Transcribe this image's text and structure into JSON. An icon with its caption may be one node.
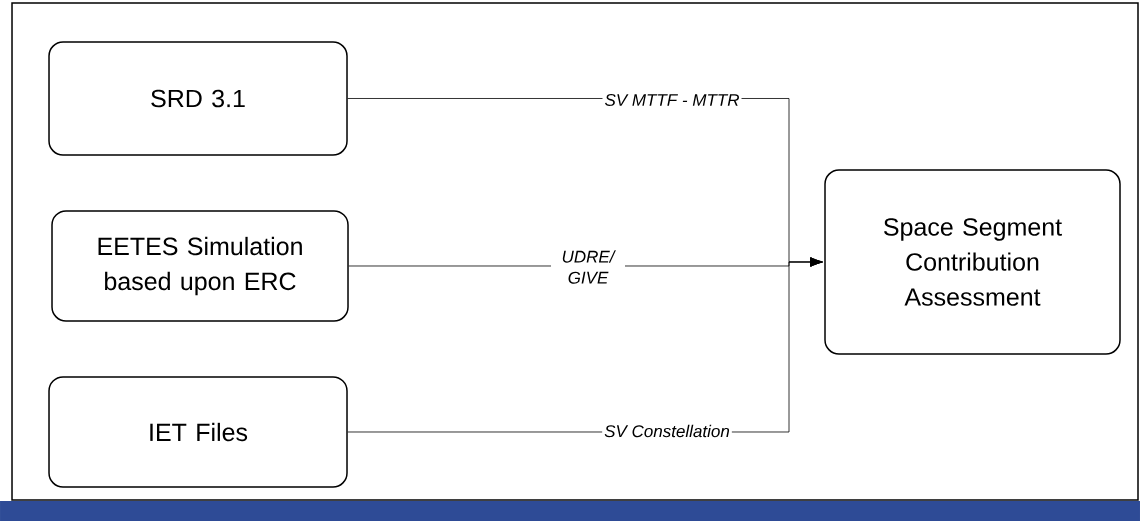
{
  "diagram": {
    "nodes": [
      {
        "text": [
          "SRD 3.1"
        ]
      },
      {
        "text": [
          "EETES Simulation based upon ERC"
        ]
      },
      {
        "text": [
          "IET Files"
        ]
      },
      {
        "text": [
          "Space Segment Contribution Assessment"
        ]
      }
    ],
    "edges": [
      {
        "from": 0,
        "to": 3,
        "arrow": "to",
        "label": "SV MTTF - MTTR"
      },
      {
        "from": 1,
        "to": 3,
        "arrow": "to",
        "label": "UDRE/ GIVE"
      },
      {
        "from": 2,
        "to": 3,
        "arrow": "to",
        "label": "SV Constellation"
      }
    ]
  }
}
